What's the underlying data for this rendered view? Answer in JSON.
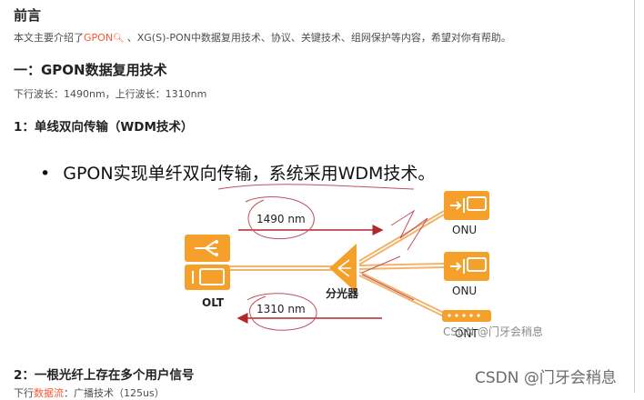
{
  "preface": {
    "heading": "前言",
    "intro_before": "本文主要介绍了",
    "intro_link": "GPON",
    "intro_after": "、XG(S)-PON中数据复用技术、协议、关键技术、组网保护等内容，希望对你有帮助。"
  },
  "section1": {
    "heading": "一：GPON数据复用技术",
    "wavelength": "下行波长：1490nm，上行波长：1310nm",
    "sub_heading": "1：单线双向传输（WDM技术）"
  },
  "slide": {
    "bullet": "GPON实现单纤双向传输，系统采用WDM技术。",
    "downstream_label": "1490 nm",
    "upstream_label": "1310 nm",
    "olt_label": "OLT",
    "splitter_label": "分光器",
    "onu1_label": "ONU",
    "onu2_label": "ONU",
    "ont_label": "ONT",
    "watermark": "CSDN @门牙会稍息",
    "accent": "#f5a02a",
    "arrow_red": "#b3262a"
  },
  "section2": {
    "heading": "2：一根光纤上存在多个用户信号",
    "cutoff_before": "下行",
    "cutoff_link": "数据流",
    "cutoff_after": "：广播技术（125us）"
  },
  "page_watermark": "CSDN @门牙会稍息"
}
